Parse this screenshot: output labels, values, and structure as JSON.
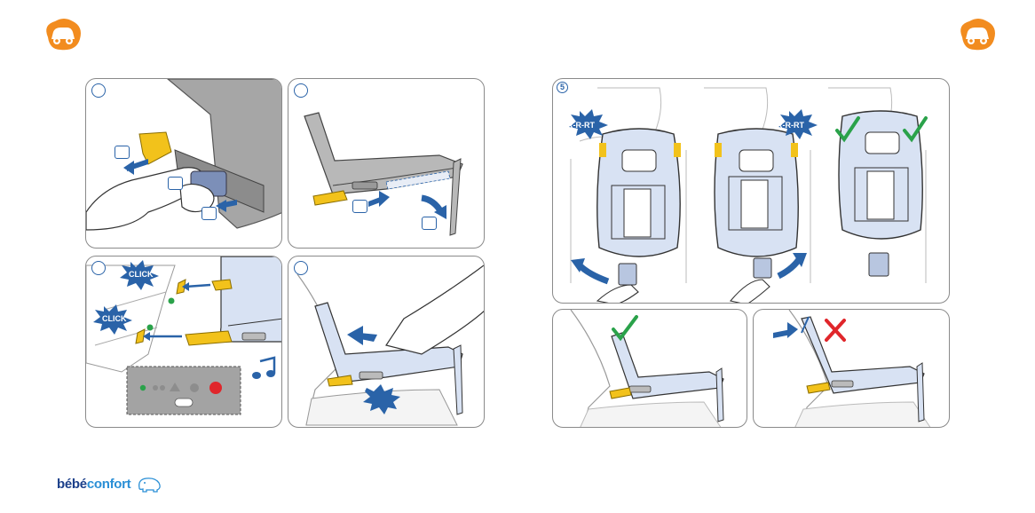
{
  "steps": {
    "s1": {
      "number": ""
    },
    "s2": {
      "number": ""
    },
    "s3": {
      "number": ""
    },
    "s4": {
      "number": ""
    },
    "s5": {
      "number": "5"
    }
  },
  "labels": {
    "click": "CLICK",
    "ratchet": "R-R-RT"
  },
  "brand": {
    "name_part1": "bébé",
    "name_part2": "confort"
  },
  "colors": {
    "accent_orange": "#f28c1f",
    "accent_blue": "#2a63a8",
    "seat_tint": "#d8e2f3",
    "ok_green": "#2aa24a",
    "error_red": "#e0262b",
    "isofix_yellow": "#f2c21b"
  }
}
